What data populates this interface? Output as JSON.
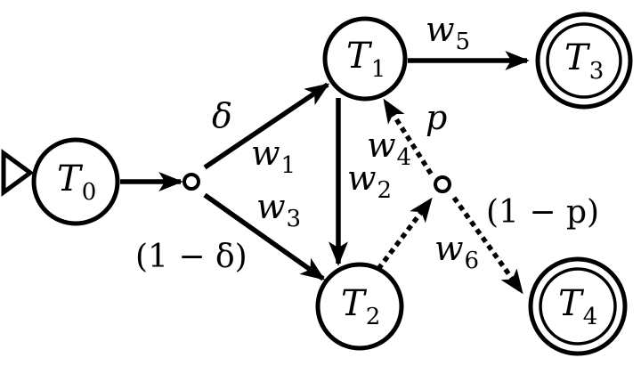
{
  "nodes": {
    "t0": {
      "base": "T",
      "sub": "0"
    },
    "t1": {
      "base": "T",
      "sub": "1"
    },
    "t2": {
      "base": "T",
      "sub": "2"
    },
    "t3": {
      "base": "T",
      "sub": "3"
    },
    "t4": {
      "base": "T",
      "sub": "4"
    }
  },
  "edge_labels": {
    "delta": "δ",
    "one_minus_delta": "(1 − δ)",
    "w1": {
      "base": "w",
      "sub": "1"
    },
    "w2": {
      "base": "w",
      "sub": "2"
    },
    "w3": {
      "base": "w",
      "sub": "3"
    },
    "w4": {
      "base": "w",
      "sub": "4"
    },
    "w5": {
      "base": "w",
      "sub": "5"
    },
    "w6": {
      "base": "w",
      "sub": "6"
    },
    "p": "p",
    "one_minus_p": "(1 − p)"
  },
  "colors": {
    "stroke": "#000000",
    "background": "#ffffff"
  }
}
